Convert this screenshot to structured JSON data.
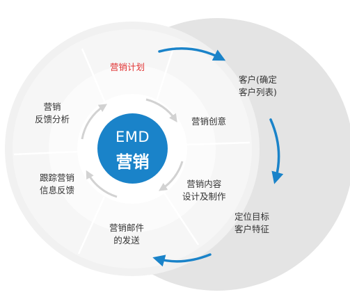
{
  "hub": {
    "line1": "EMD",
    "line2": "营销"
  },
  "inner_segments": [
    {
      "lines": [
        "营销计划"
      ],
      "color": "#e03030"
    },
    {
      "lines": [
        "营销创意"
      ]
    },
    {
      "lines": [
        "营销内容",
        "设计及制作"
      ]
    },
    {
      "lines": [
        "营销邮件",
        "的发送"
      ]
    },
    {
      "lines": [
        "跟踪营销",
        "信息反馈"
      ]
    },
    {
      "lines": [
        "营销",
        "反馈分析"
      ]
    }
  ],
  "outer_steps": [
    {
      "lines": [
        "客户(确定",
        "客户列表)"
      ]
    },
    {
      "lines": [
        "定位目标",
        "客户特征"
      ]
    }
  ],
  "colors": {
    "accent": "#1a83c9",
    "hub": "#1a83c9",
    "ring": "#ececec",
    "crescent": "#e0e0e0",
    "highlight": "#e03030"
  }
}
